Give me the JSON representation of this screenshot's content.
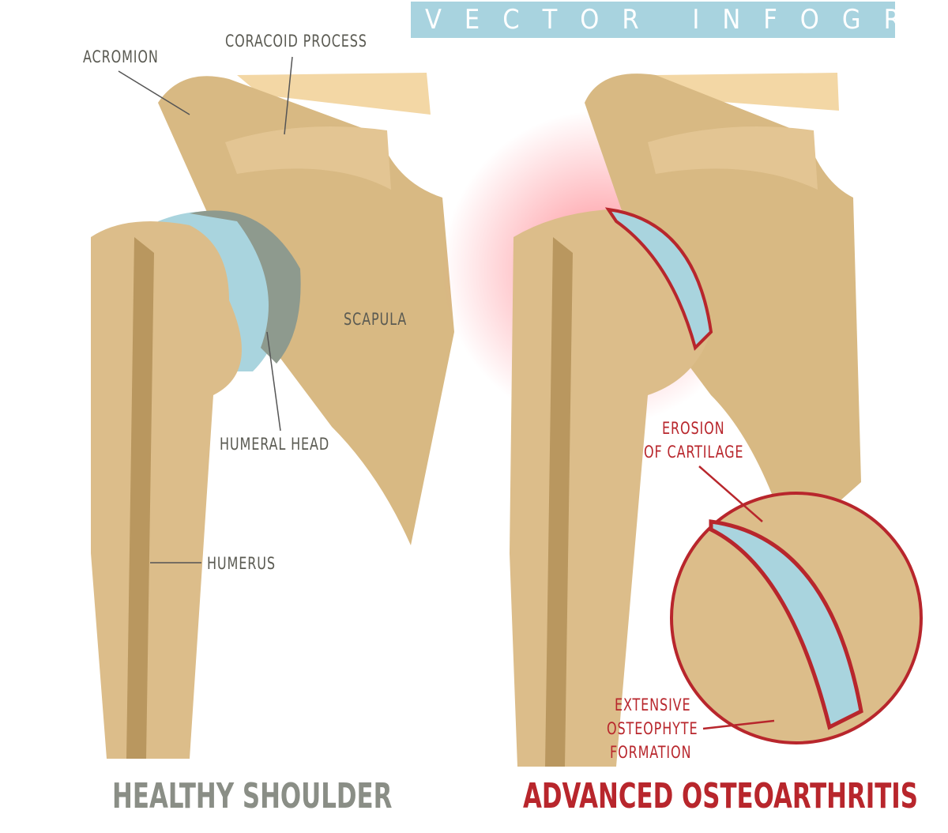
{
  "banner": "VECTOR INFOGRAPHIC",
  "healthy": {
    "title": "HEALTHY SHOULDER",
    "labels": {
      "acromion": "ACROMION",
      "coracoid": "CORACOID PROCESS",
      "scapula": "SCAPULA",
      "humeral_head": "HUMERAL HEAD",
      "humerus": "HUMERUS"
    }
  },
  "arthritis": {
    "title": "ADVANCED OSTEOARTHRITIS",
    "labels": {
      "erosion_1": "EROSION",
      "erosion_2": "OF CARTILAGE",
      "osteo_1": "EXTENSIVE",
      "osteo_2": "OSTEOPHYTE",
      "osteo_3": "FORMATION"
    }
  },
  "colors": {
    "bone": "#dcbd8a",
    "bone_dark": "#b9975f",
    "cartilage": "#a9d4de",
    "accent_red": "#b8262c",
    "label_gray": "#5a5a52",
    "banner": "#a8d3df"
  }
}
